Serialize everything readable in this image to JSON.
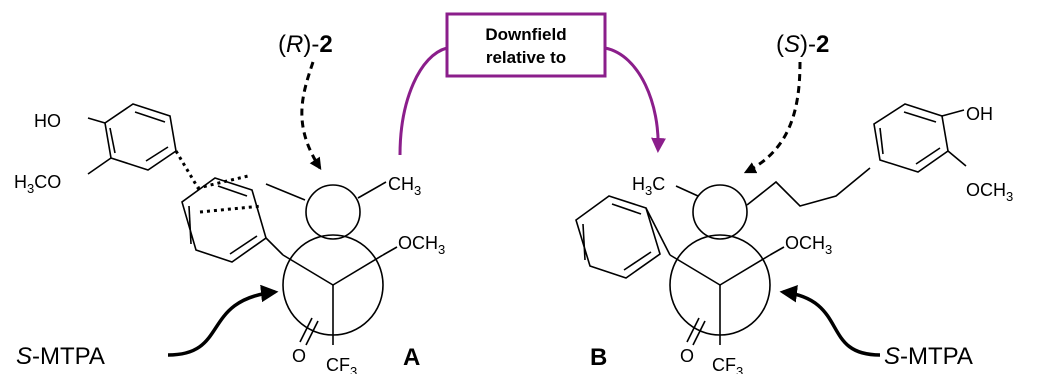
{
  "left": {
    "stereo_label": {
      "prefix": "(",
      "config": "R",
      "suffix": ")-",
      "number": "2"
    },
    "substituents": {
      "ho": "HO",
      "methoxy_aryl": "H3CO",
      "methyl": "CH3",
      "ester_methoxy": "OCH3",
      "carbonyl_o": "O",
      "cf3": "CF3"
    },
    "mtpa": {
      "italic": "S",
      "rest": "-MTPA"
    },
    "panel_label": "A"
  },
  "right": {
    "stereo_label": {
      "prefix": "(",
      "config": "S",
      "suffix": ")-",
      "number": "2"
    },
    "substituents": {
      "oh": "OH",
      "methoxy_aryl": "OCH3",
      "methyl": "H3C",
      "ester_methoxy": "OCH3",
      "carbonyl_o": "O",
      "cf3": "CF3"
    },
    "mtpa": {
      "italic": "S",
      "rest": "-MTPA"
    },
    "panel_label": "B"
  },
  "callout": {
    "line1": "Downfield",
    "line2": "relative to",
    "color": "#8B1E8B"
  }
}
